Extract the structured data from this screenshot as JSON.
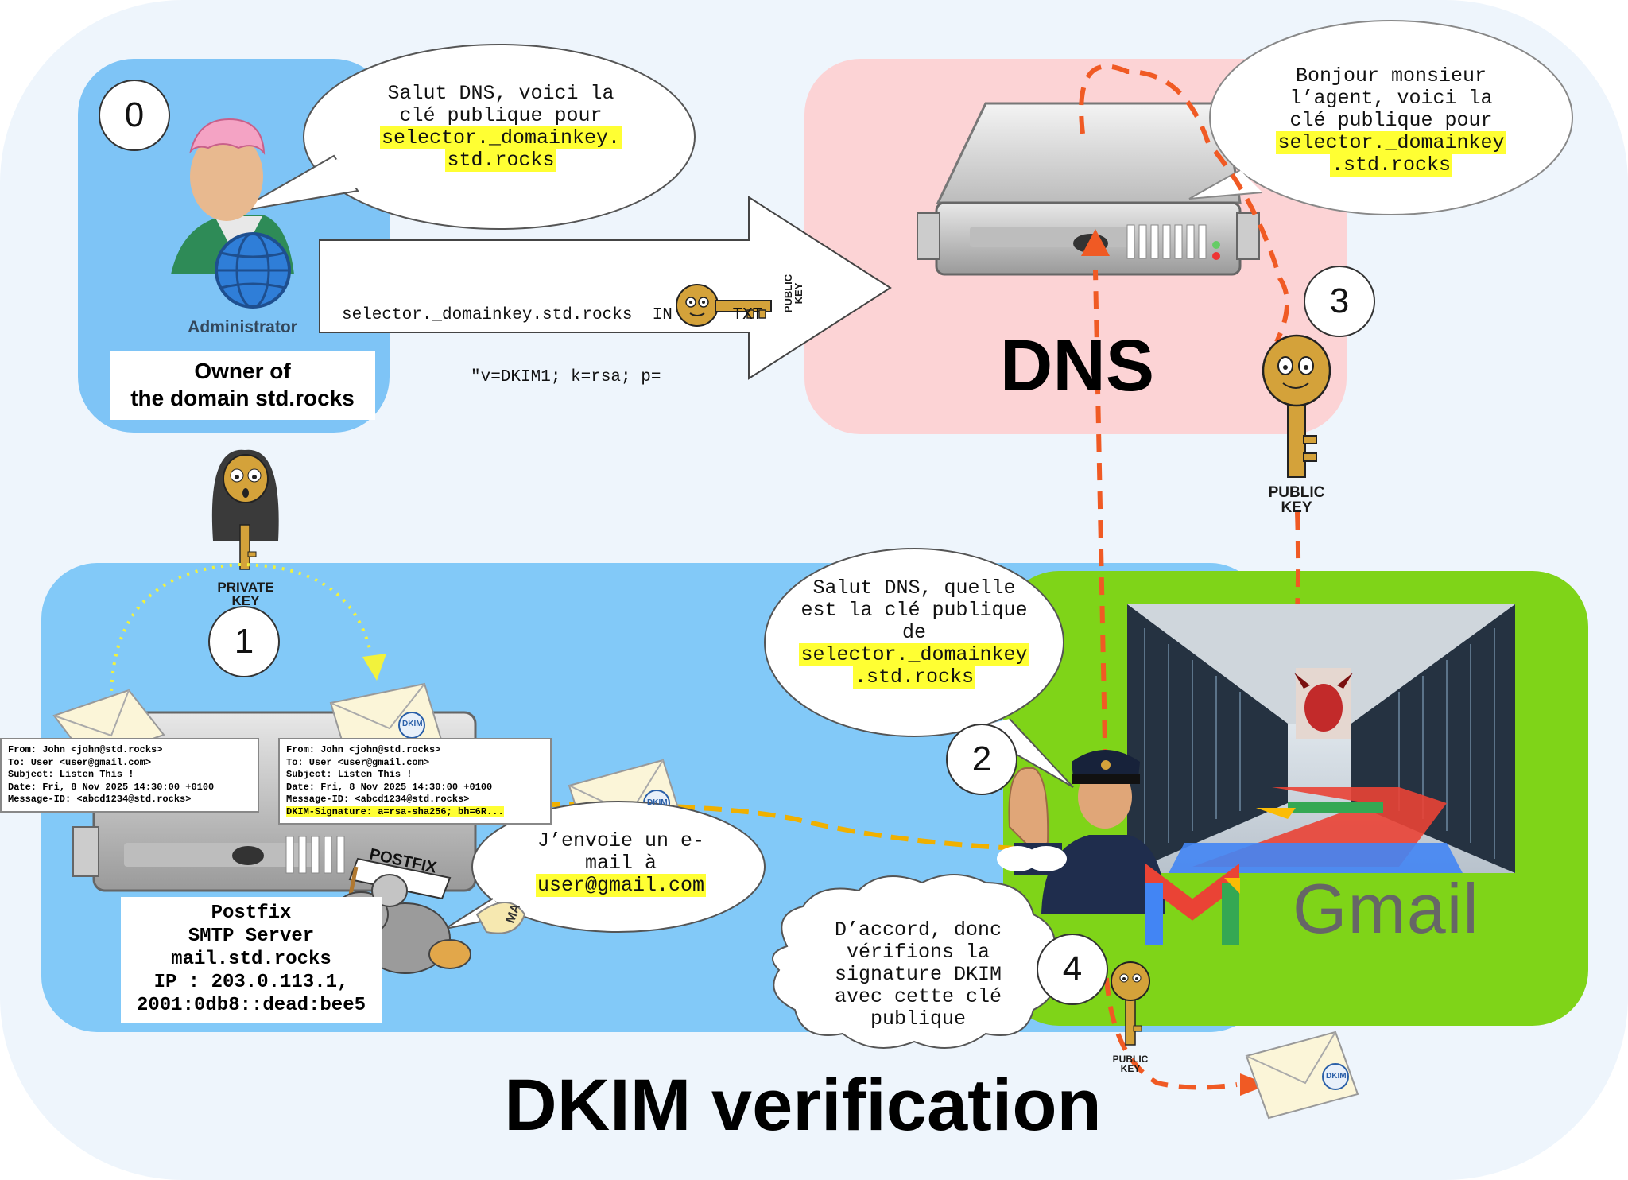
{
  "title": "DKIM verification",
  "colors": {
    "admin_panel": "#7ec4f6",
    "dns_panel": "#fcd3d5",
    "sender_panel": "#82c9f8",
    "gmail_panel": "#7fd418",
    "highlight": "#ffff33",
    "arrow_red": "#f05a24",
    "arrow_orange": "#f0b000",
    "arrow_yellow_dotted": "#f2f23c"
  },
  "steps": [
    "0",
    "1",
    "2",
    "3",
    "4"
  ],
  "admin": {
    "icon_label": "Administrator",
    "caption_line1": "Owner of",
    "caption_line2": "the domain std.rocks",
    "bubble_line1": "Salut DNS, voici la",
    "bubble_line2": "clé publique pour",
    "bubble_hl1": "selector._domainkey.",
    "bubble_hl2": "std.rocks"
  },
  "dns_record": {
    "line1": "selector._domainkey.std.rocks  IN      TXT",
    "line2": "\"v=DKIM1; k=rsa; p="
  },
  "dns": {
    "label": "DNS",
    "bubble_line1": "Bonjour monsieur",
    "bubble_line2": "l’agent, voici la",
    "bubble_line3": "clé publique pour",
    "bubble_hl1": "selector._domainkey",
    "bubble_hl2": ".std.rocks"
  },
  "keys": {
    "public_key_label_line1": "PUBLIC",
    "public_key_label_line2": "KEY",
    "private_key_label_line1": "PRIVATE",
    "private_key_label_line2": "KEY"
  },
  "email_plain": {
    "lines": [
      "From: John <john@std.rocks>",
      "To: User <user@gmail.com>",
      "Subject: Listen This !",
      "Date: Fri, 8 Nov 2025 14:30:00 +0100",
      "Message-ID: <abcd1234@std.rocks>"
    ]
  },
  "email_signed": {
    "lines": [
      "From: John <john@std.rocks>",
      "To: User <user@gmail.com>",
      "Subject: Listen This !",
      "Date: Fri, 8 Nov 2025 14:30:00 +0100",
      "Message-ID: <abcd1234@std.rocks>"
    ],
    "signature_line": "DKIM-Signature: a=rsa-sha256; bh=6R..."
  },
  "postfix": {
    "sign": "POSTFIX",
    "line1": "Postfix",
    "line2": "SMTP Server",
    "line3": "mail.std.rocks",
    "line4": "IP : 203.0.113.1,",
    "line5": "2001:0db8::dead:bee5",
    "bubble_line1": "J’envoie un e-",
    "bubble_line2": "mail à",
    "bubble_hl": "user@gmail.com",
    "bag_text": "MA"
  },
  "gmail": {
    "label": "Gmail",
    "police_bubble_line1": "Salut DNS, quelle",
    "police_bubble_line2": "est la clé publique",
    "police_bubble_line3": "de",
    "police_bubble_hl1": "selector._domainkey",
    "police_bubble_hl2": ".std.rocks",
    "cloud_line1": "D’accord, donc",
    "cloud_line2": "vérifions la",
    "cloud_line3": "signature DKIM",
    "cloud_line4": "avec cette clé",
    "cloud_line5": "publique"
  },
  "stamp_text": "DKIM"
}
